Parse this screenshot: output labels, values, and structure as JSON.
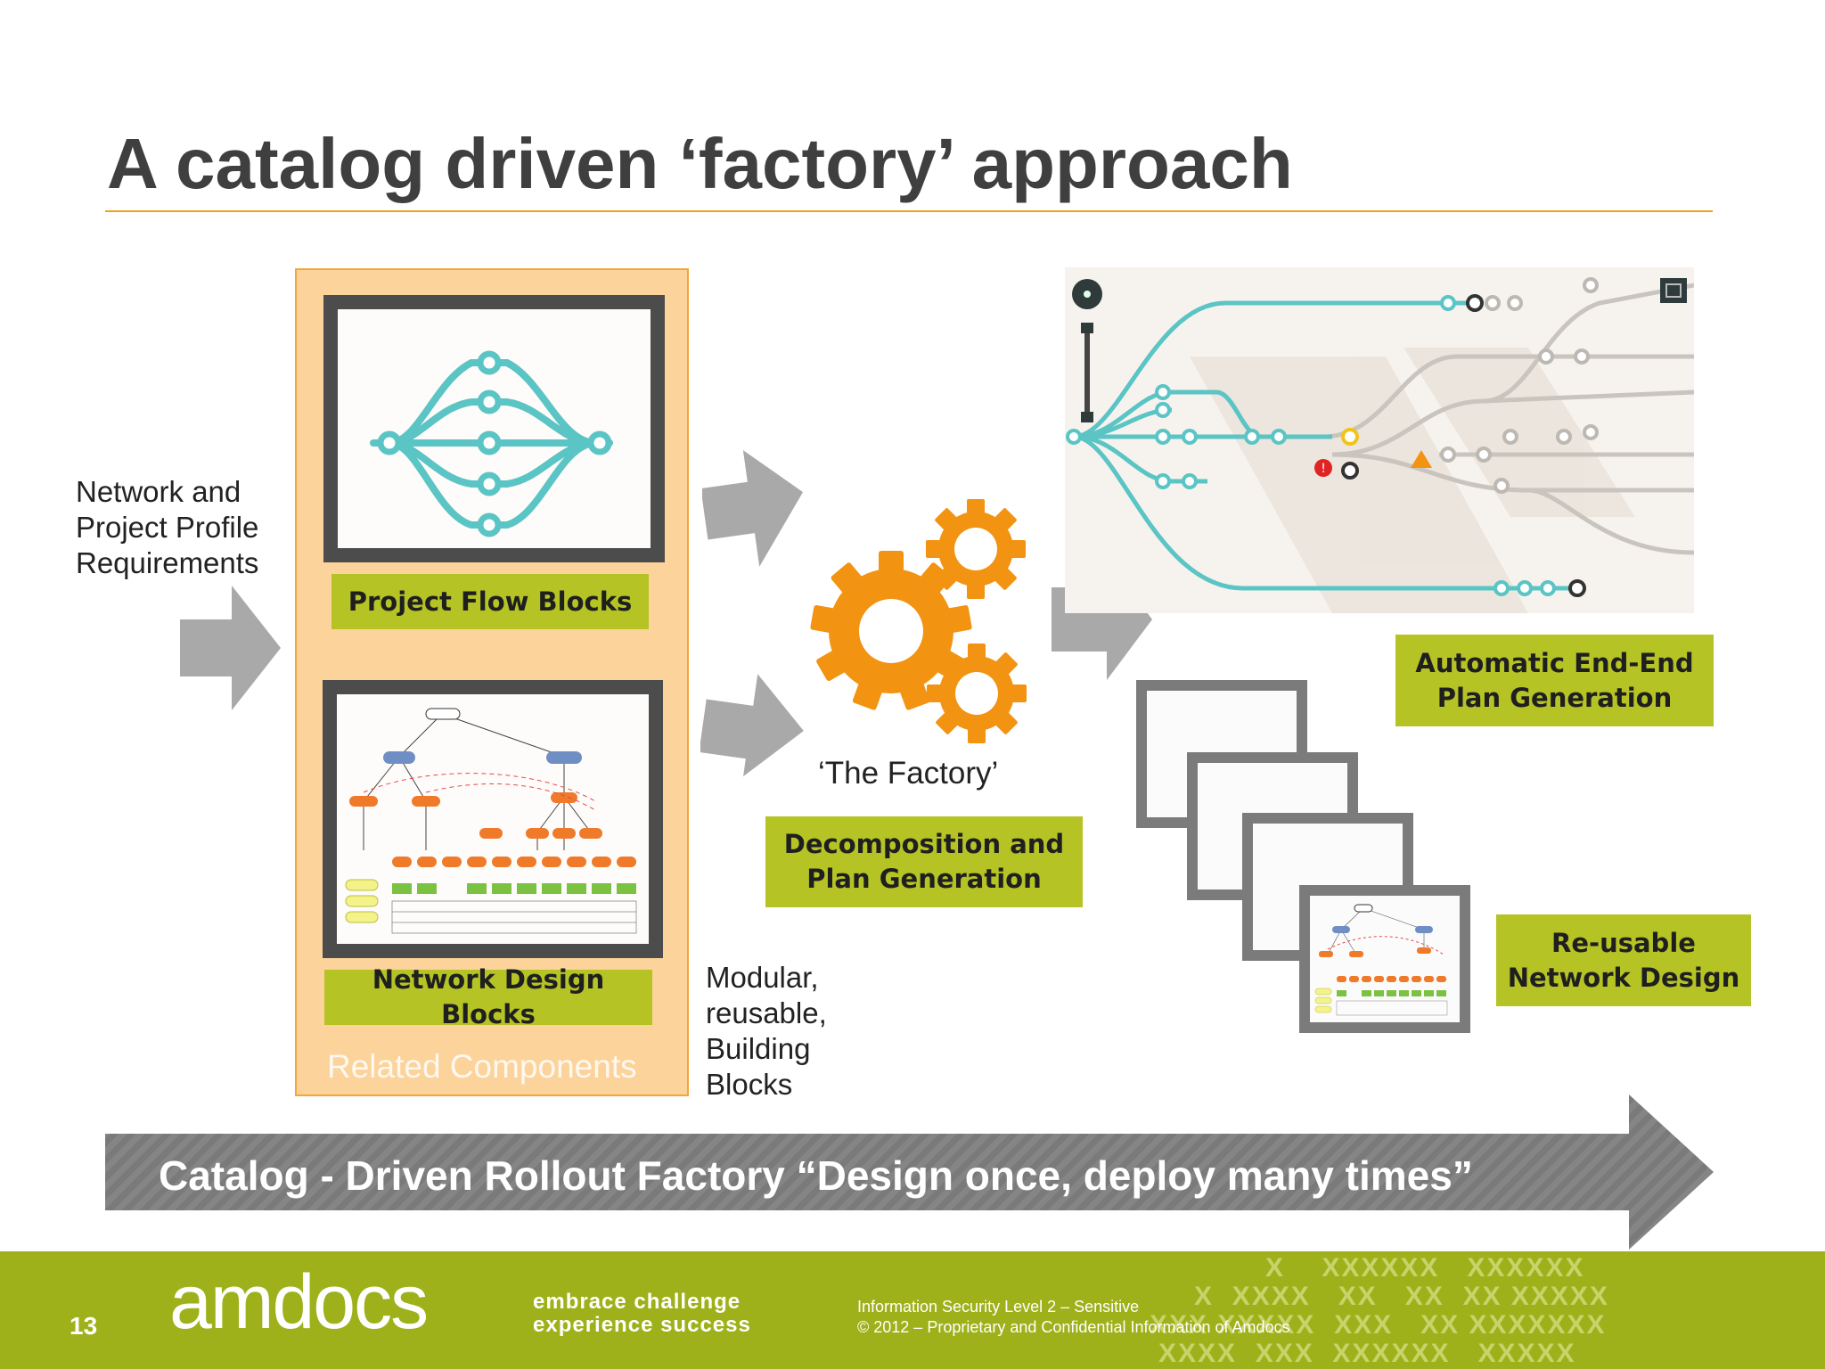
{
  "slide": {
    "title": "A catalog driven ‘factory’ approach",
    "page_number": "13"
  },
  "left": {
    "requirements_lines": [
      "Network and",
      "Project Profile",
      "Requirements"
    ]
  },
  "panel": {
    "caption": "Related Components",
    "project_flow_label": "Project Flow Blocks",
    "network_design_label": "Network Design Blocks"
  },
  "modular_lines": [
    "Modular,",
    "reusable,",
    "Building",
    "Blocks"
  ],
  "factory": {
    "caption": "‘The Factory’",
    "label_lines": [
      "Decomposition and",
      "Plan Generation"
    ]
  },
  "outputs": {
    "plan_label_lines": [
      "Automatic End-End",
      "Plan Generation"
    ],
    "design_label_lines": [
      "Re-usable",
      "Network Design"
    ]
  },
  "banner": {
    "text": "Catalog - Driven Rollout Factory “Design once, deploy many times”"
  },
  "footer": {
    "brand": "amdocs",
    "tagline_1": "embrace challenge",
    "tagline_2": "experience success",
    "security_line": "Information Security Level 2 – Sensitive",
    "copyright_line": "© 2012 – Proprietary and Confidential Information of Amdocs"
  },
  "colors": {
    "accent_orange": "#f29312",
    "green_label": "#b5c325",
    "teal_line": "#5bc4c4",
    "footer_green": "#9eb11a",
    "arrow_gray": "#a9a9a9"
  },
  "icons": [
    "gear-icon",
    "arrow-right-icon",
    "navigation-control-icon",
    "zoom-slider-icon",
    "fullscreen-icon",
    "alert-icon",
    "warning-icon"
  ]
}
